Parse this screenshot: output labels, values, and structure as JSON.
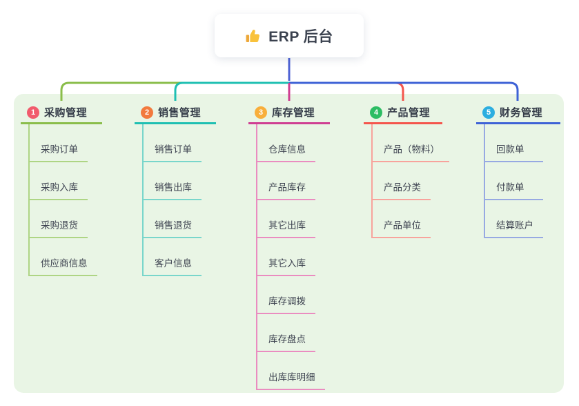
{
  "root": {
    "title": "ERP 后台",
    "icon": "thumbs-up-icon",
    "line_color": "#4f63d4"
  },
  "branches": [
    {
      "badge": "1",
      "title": "采购管理",
      "color": "#8abd4a",
      "child_line_color": "#aed584",
      "badge_color": "#f15b6c",
      "children": [
        "采购订单",
        "采购入库",
        "采购退货",
        "供应商信息"
      ]
    },
    {
      "badge": "2",
      "title": "销售管理",
      "color": "#1fbfb2",
      "child_line_color": "#79d6cb",
      "badge_color": "#f27a3d",
      "children": [
        "销售订单",
        "销售出库",
        "销售退货",
        "客户信息"
      ]
    },
    {
      "badge": "3",
      "title": "库存管理",
      "color": "#cf3e92",
      "child_line_color": "#ea8cc0",
      "badge_color": "#f8ae3b",
      "children": [
        "仓库信息",
        "产品库存",
        "其它出库",
        "其它入库",
        "库存调拨",
        "库存盘点",
        "出库库明细"
      ]
    },
    {
      "badge": "4",
      "title": "产品管理",
      "color": "#f4554c",
      "child_line_color": "#f8a39c",
      "badge_color": "#2cbd63",
      "children": [
        "产品（物料）",
        "产品分类",
        "产品单位"
      ]
    },
    {
      "badge": "5",
      "title": "财务管理",
      "color": "#3e62d6",
      "child_line_color": "#97a9e2",
      "badge_color": "#2caee0",
      "children": [
        "回款单",
        "付款单",
        "结算账户"
      ]
    }
  ]
}
